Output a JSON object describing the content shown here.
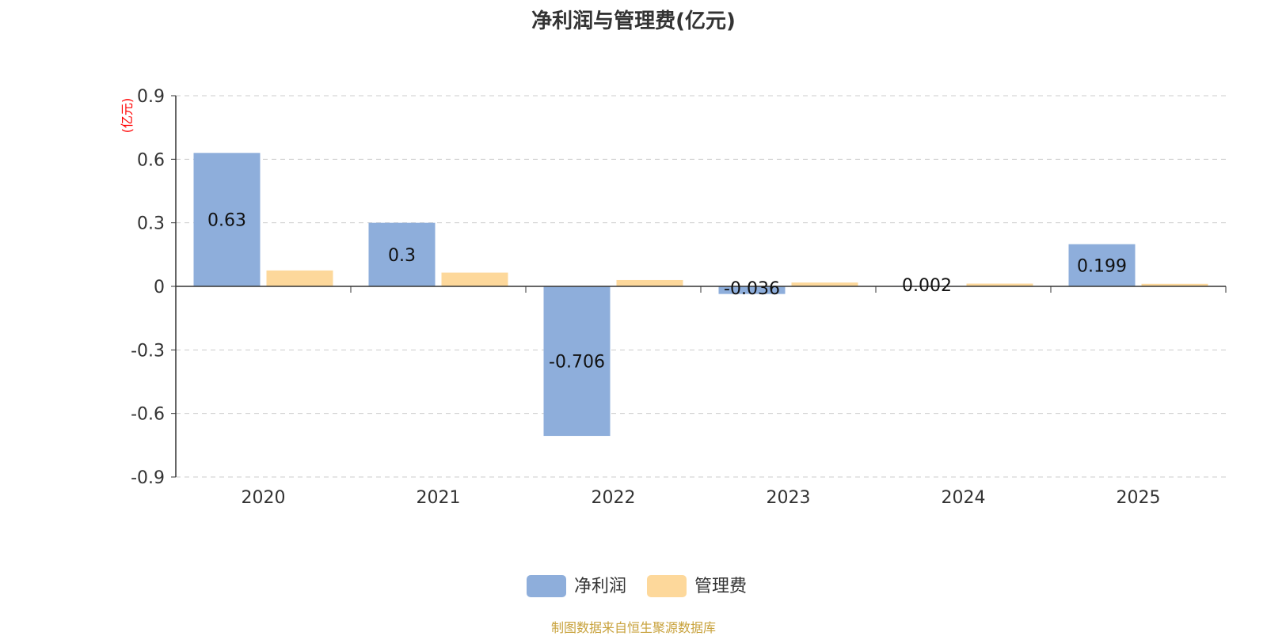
{
  "chart_data": {
    "type": "bar",
    "title": "净利润与管理费(亿元)",
    "ylabel": "(亿元)",
    "categories": [
      "2020",
      "2021",
      "2022",
      "2023",
      "2024",
      "2025"
    ],
    "series": [
      {
        "name": "净利润",
        "values": [
          0.63,
          0.3,
          -0.706,
          -0.036,
          0.002,
          0.199
        ],
        "color": "#8eaedb",
        "labels": [
          "0.63",
          "0.3",
          "-0.706",
          "-0.036",
          "0.002",
          "0.199"
        ]
      },
      {
        "name": "管理费",
        "values": [
          0.075,
          0.065,
          0.03,
          0.018,
          0.013,
          0.012
        ],
        "color": "#fdd89b"
      }
    ],
    "ylim": [
      -0.9,
      0.9
    ],
    "yticks": [
      "0.9",
      "0.6",
      "0.3",
      "0",
      "-0.3",
      "-0.6",
      "-0.9"
    ],
    "grid": true,
    "legend_position": "bottom"
  },
  "footer": {
    "source": "制图数据来自恒生聚源数据库"
  },
  "colors": {
    "title": "#333333",
    "ylabel": "#ff0000",
    "grid": "#cccccc",
    "source": "#c8a23c"
  }
}
